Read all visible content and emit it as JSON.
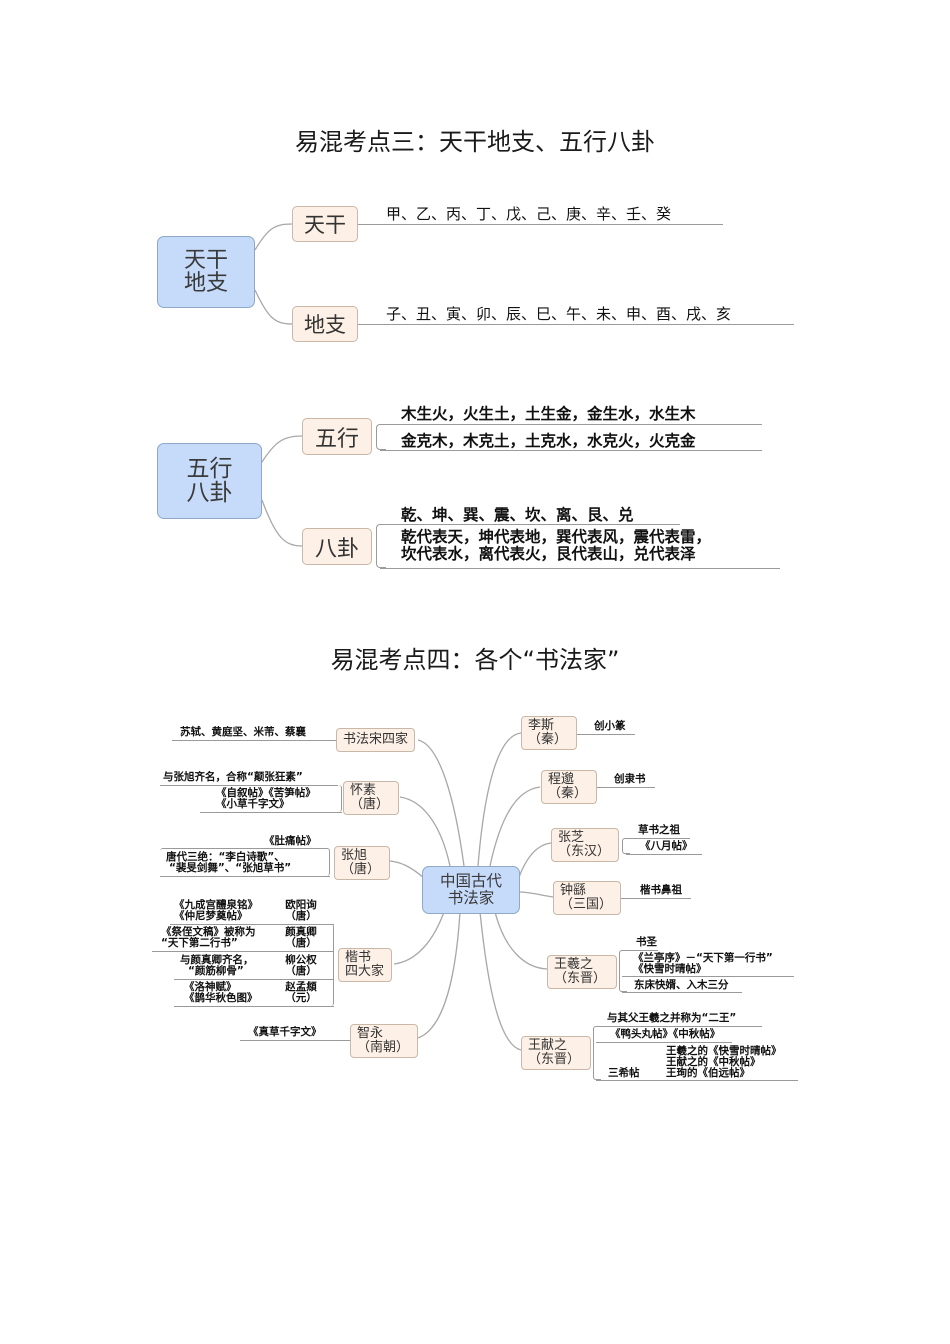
{
  "section3": {
    "title": "易混考点三：天干地支、五行八卦",
    "map1": {
      "root": "天干\n地支",
      "root_line1": "天干",
      "root_line2": "地支",
      "branches": [
        {
          "label": "天干",
          "items": [
            "甲、乙、丙、丁、戊、己、庚、辛、壬、癸"
          ]
        },
        {
          "label": "地支",
          "items": [
            "子、丑、寅、卯、辰、巳、午、未、申、酉、戌、亥"
          ]
        }
      ]
    },
    "map2": {
      "root_line1": "五行",
      "root_line2": "八卦",
      "branches": [
        {
          "label": "五行",
          "items": [
            "木生火，火生土，土生金，金生水，水生木",
            "金克木，木克土，土克水，水克火，火克金"
          ]
        },
        {
          "label": "八卦",
          "items": [
            "乾、坤、巽、震、坎、离、艮、兑",
            "乾代表天，坤代表地，巽代表风，震代表雷，",
            "坎代表水，离代表火，艮代表山，兑代表泽"
          ]
        }
      ]
    }
  },
  "section4": {
    "title": "易混考点四：各个“书法家”",
    "root_line1": "中国古代",
    "root_line2": "书法家",
    "left": [
      {
        "name": "书法宋四家",
        "notes": [
          "苏轼、黄庭坚、米芾、蔡襄"
        ]
      },
      {
        "name": "怀素",
        "era": "（唐）",
        "notes": [
          "与张旭齐名，合称“颠张狂素”",
          "《自叙帖》《苦笋帖》",
          "《小草千字文》"
        ]
      },
      {
        "name": "张旭",
        "era": "（唐）",
        "notes": [
          "《肚痛帖》",
          "唐代三绝：“李白诗歌”、",
          "“裴旻剑舞”、“张旭草书”"
        ]
      },
      {
        "name": "楷书",
        "era": "四大家",
        "members": [
          {
            "works": [
              "《九成宫醴泉铭》",
              "《仲尼梦奠帖》"
            ],
            "person": "欧阳询",
            "era": "（唐）"
          },
          {
            "works": [
              "《祭侄文稿》被称为",
              "“天下第二行书”"
            ],
            "person": "颜真卿",
            "era": "（唐）"
          },
          {
            "works": [
              "与颜真卿齐名，",
              "“颜筋柳骨”"
            ],
            "person": "柳公权",
            "era": "（唐）"
          },
          {
            "works": [
              "《洛神赋》",
              "《鹊华秋色图》"
            ],
            "person": "赵孟頫",
            "era": "（元）"
          }
        ]
      },
      {
        "name": "智永",
        "era": "（南朝）",
        "notes": [
          "《真草千字文》"
        ]
      }
    ],
    "right": [
      {
        "name": "李斯",
        "era": "（秦）",
        "notes": [
          "创小篆"
        ]
      },
      {
        "name": "程邈",
        "era": "（秦）",
        "notes": [
          "创隶书"
        ]
      },
      {
        "name": "张芝",
        "era": "（东汉）",
        "notes": [
          "草书之祖",
          "《八月帖》"
        ]
      },
      {
        "name": "钟繇",
        "era": "（三国）",
        "notes": [
          "楷书鼻祖"
        ]
      },
      {
        "name": "王羲之",
        "era": "（东晋）",
        "notes": [
          "书圣",
          "《兰亭序》－“天下第一行书”",
          "《快雪时晴帖》",
          "东床快婿、入木三分"
        ]
      },
      {
        "name": "王献之",
        "era": "（东晋）",
        "notes": [
          "与其父王羲之并称为“二王”",
          "《鸭头丸帖》《中秋帖》",
          "三希帖",
          "王羲之的《快雪时晴帖》",
          "王献之的《中秋帖》",
          "王珣的《伯远帖》"
        ]
      }
    ]
  },
  "colors": {
    "root_fill": "#c6dafa",
    "root_border": "#8fa7c9",
    "branch_fill": "#fdf0e6",
    "branch_border": "#c9b8a8",
    "connector": "#a8a8a8"
  }
}
